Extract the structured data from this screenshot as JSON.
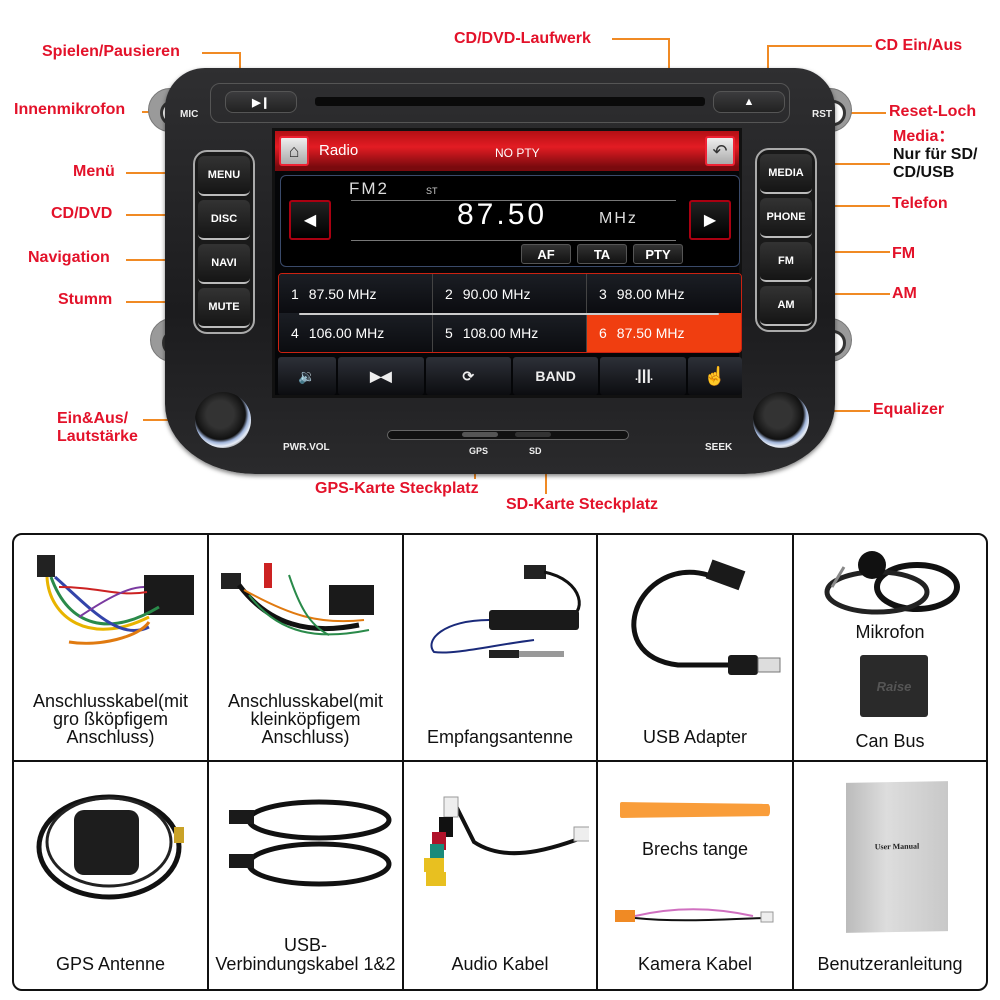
{
  "callouts": {
    "play_pause": "Spielen/Pausieren",
    "cd_dvd_drive": "CD/DVD-Laufwerk",
    "cd_eject": "CD Ein/Aus",
    "internal_mic": "Innenmikrofon",
    "reset_hole": "Reset-Loch",
    "media_title": "Media：",
    "media_note_line1": "Nur für SD/",
    "media_note_line2": "CD/USB",
    "menu": "Menü",
    "cd_dvd": "CD/DVD",
    "navigation": "Navigation",
    "mute": "Stumm",
    "phone": "Telefon",
    "fm": "FM",
    "am": "AM",
    "power_volume_line1": "Ein&Aus/",
    "power_volume_line2": "Lautstärke",
    "equalizer": "Equalizer",
    "gps_slot": "GPS-Karte Steckplatz",
    "sd_slot": "SD-Karte Steckplatz"
  },
  "unit": {
    "mic_label": "MIC",
    "rst_label": "RST",
    "play_pause_glyph": "▶❙",
    "eject_glyph": "▲",
    "left_buttons": [
      "MENU",
      "DISC",
      "NAVI",
      "MUTE"
    ],
    "right_buttons": [
      "MEDIA",
      "PHONE",
      "FM",
      "AM"
    ],
    "pwr_vol_label": "PWR.VOL",
    "seek_label": "SEEK",
    "gps_label": "GPS",
    "sd_label": "SD"
  },
  "screen": {
    "title": "Radio",
    "pty_status": "NO PTY",
    "band": "FM2",
    "stereo": "ST",
    "frequency": "87.50",
    "unit": "MHz",
    "buttons": [
      "AF",
      "TA",
      "PTY"
    ],
    "presets": [
      {
        "num": "1",
        "freq": "87.50 MHz",
        "active": false
      },
      {
        "num": "2",
        "freq": "90.00 MHz",
        "active": false
      },
      {
        "num": "3",
        "freq": "98.00 MHz",
        "active": false
      },
      {
        "num": "4",
        "freq": "106.00 MHz",
        "active": false
      },
      {
        "num": "5",
        "freq": "108.00 MHz",
        "active": false
      },
      {
        "num": "6",
        "freq": "87.50 MHz",
        "active": true
      }
    ],
    "toolbar": {
      "volume_icon": "🔉",
      "balance_icon": "▶◀",
      "save_icon": "⟳",
      "band_label": "BAND",
      "eq_icon": ".┃┃┃.",
      "touch_icon": "☝"
    },
    "accent_header": "#e31c23",
    "accent_active_preset": "#f03e10"
  },
  "accessories": {
    "row1": [
      {
        "line1": "Anschlusskabel(mit",
        "line2": "gro ßköpfigem",
        "line3": "Anschluss)"
      },
      {
        "line1": "Anschlusskabel(mit",
        "line2": "kleinköpfigem",
        "line3": "Anschluss)"
      },
      {
        "label": "Empfangsantenne"
      },
      {
        "label": "USB Adapter"
      },
      {
        "label_a": "Mikrofon",
        "label_b": "Can Bus",
        "canbus_brand": "Raise"
      }
    ],
    "row2": [
      {
        "label": "GPS Antenne"
      },
      {
        "line1": "USB-",
        "line2": "Verbindungskabel 1&2"
      },
      {
        "label": "Audio Kabel"
      },
      {
        "label_a": "Brechs tange",
        "label_b": "Kamera Kabel"
      },
      {
        "label": "Benutzeranleitung",
        "manual_title": "User Manual"
      }
    ]
  }
}
